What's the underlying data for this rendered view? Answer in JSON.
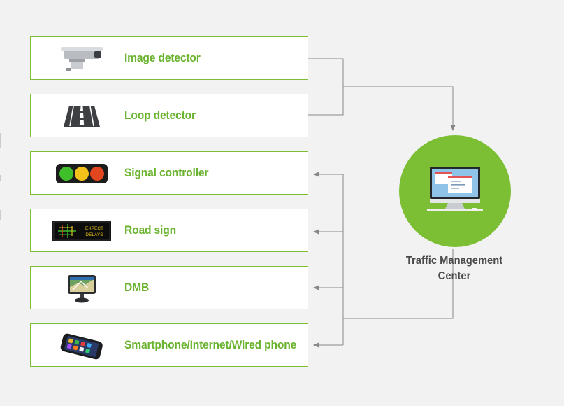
{
  "diagram": {
    "devices": [
      {
        "label": "Image detector",
        "icon": "camera-icon"
      },
      {
        "label": "Loop detector",
        "icon": "road-icon"
      },
      {
        "label": "Signal controller",
        "icon": "traffic-light-icon"
      },
      {
        "label": "Road sign",
        "icon": "road-sign-icon",
        "sign_text": [
          "EXPECT",
          "DELAYS"
        ]
      },
      {
        "label": "DMB",
        "icon": "gps-navigator-icon"
      },
      {
        "label": "Smartphone/Internet/Wired phone",
        "icon": "smartphone-icon"
      }
    ],
    "center": {
      "label_line1": "Traffic Management",
      "label_line2": "Center",
      "icon": "computer-monitor-icon"
    },
    "colors": {
      "accent_green": "#7cbf35",
      "label_green": "#6ab32e",
      "connector_gray": "#888888",
      "center_text": "#4a4a4a"
    }
  }
}
